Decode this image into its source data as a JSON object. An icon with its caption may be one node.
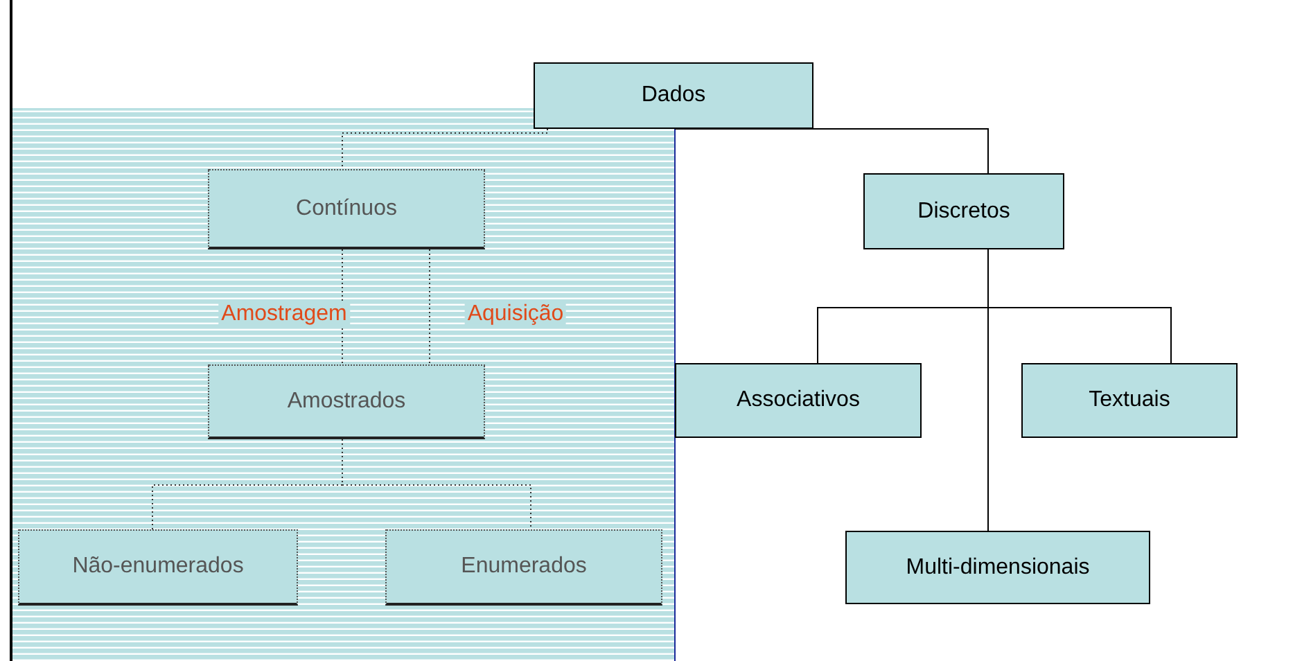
{
  "diagram": {
    "nodes": [
      {
        "text": [
          "Dados"
        ]
      },
      {
        "text": [
          "Contínuos"
        ]
      },
      {
        "text": [
          "Discretos"
        ]
      },
      {
        "text": [
          "Amostrados"
        ]
      },
      {
        "text": [
          "Associativos"
        ]
      },
      {
        "text": [
          "Textuais"
        ]
      },
      {
        "text": [
          "Multi-dimensionais"
        ]
      },
      {
        "text": [
          "Não-enumerados"
        ]
      },
      {
        "text": [
          "Enumerados"
        ]
      }
    ],
    "edges": [
      {
        "from": 0,
        "to": 1,
        "arrow": "none",
        "style": "dashed"
      },
      {
        "from": 0,
        "to": 2,
        "arrow": "none"
      },
      {
        "from": 1,
        "to": 3,
        "arrow": "none",
        "label": "Amostragem",
        "style": "dashed"
      },
      {
        "from": 1,
        "to": 3,
        "arrow": "none",
        "label": "Aquisição",
        "style": "dashed"
      },
      {
        "from": 2,
        "to": 4,
        "arrow": "none"
      },
      {
        "from": 2,
        "to": 5,
        "arrow": "none"
      },
      {
        "from": 2,
        "to": 6,
        "arrow": "none"
      },
      {
        "from": 3,
        "to": 7,
        "arrow": "none",
        "style": "dashed"
      },
      {
        "from": 3,
        "to": 8,
        "arrow": "none",
        "style": "dashed"
      }
    ]
  }
}
